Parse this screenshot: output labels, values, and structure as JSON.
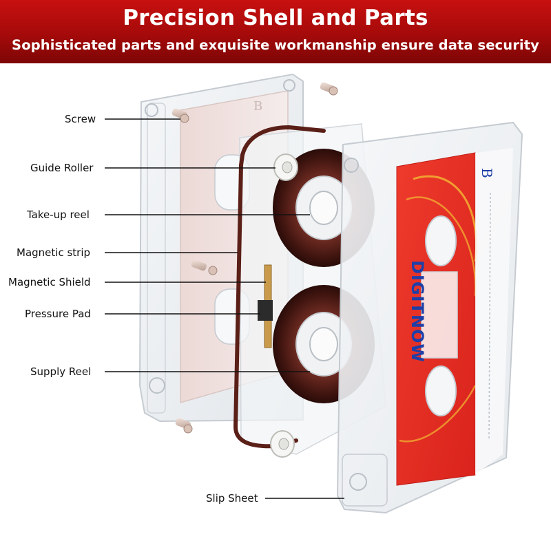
{
  "header": {
    "title": "Precision Shell and Parts",
    "subtitle": "Sophisticated parts and exquisite workmanship ensure data security"
  },
  "callouts": {
    "screw": "Screw",
    "guide_roller": "Guide Roller",
    "takeup_reel": "Take-up reel",
    "magnetic_strip": "Magnetic strip",
    "magnetic_shield": "Magnetic Shield",
    "pressure_pad": "Pressure Pad",
    "supply_reel": "Supply Reel",
    "slip_sheet": "Slip Sheet"
  },
  "cassette_label": {
    "brand": "DIGITNOW",
    "side": "B"
  },
  "colors": {
    "banner_red": "#b30d0d",
    "label_red": "#e12a22",
    "tape_brown": "#4e1a14"
  }
}
